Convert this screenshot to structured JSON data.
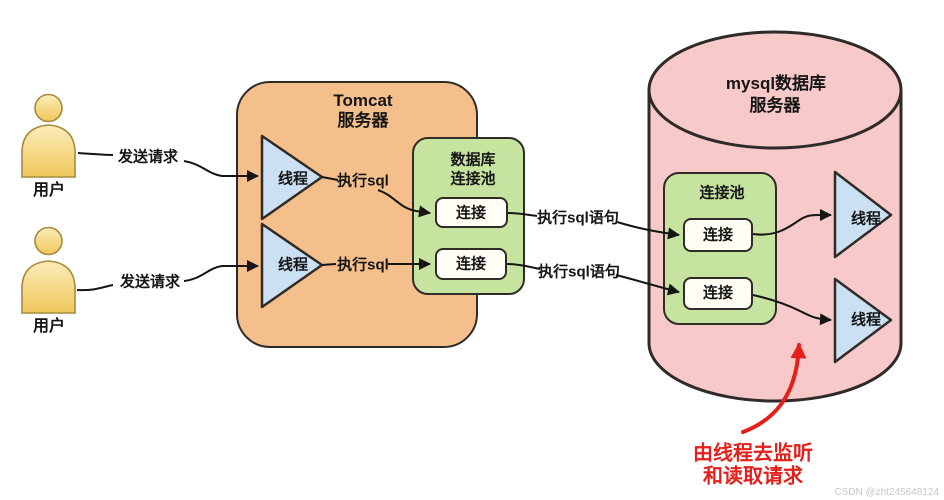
{
  "colors": {
    "tomcat_box": "#F4BF8B",
    "pool_green": "#C7E3A0",
    "mysql_pink": "#F8C9C9",
    "thread_blue": "#CBE0F3",
    "user_yellow_top": "#FBEDB9",
    "user_yellow_bottom": "#F0C75C",
    "annotation_red": "#E3201B",
    "outline": "#2E2B28"
  },
  "users": [
    {
      "label": "用户",
      "request_label": "发送请求"
    },
    {
      "label": "用户",
      "request_label": "发送请求"
    }
  ],
  "tomcat": {
    "title": "Tomcat",
    "subtitle": "服务器",
    "threads": [
      {
        "label": "线程"
      },
      {
        "label": "线程"
      }
    ],
    "exec_labels": [
      "执行sql",
      "执行sql"
    ],
    "pool": {
      "title_line1": "数据库",
      "title_line2": "连接池",
      "connections": [
        {
          "label": "连接"
        },
        {
          "label": "连接"
        }
      ]
    }
  },
  "sql_statement_labels": [
    "执行sql语句",
    "执行sql语句"
  ],
  "mysql": {
    "title": "mysql数据库",
    "subtitle": "服务器",
    "pool": {
      "title": "连接池",
      "connections": [
        {
          "label": "连接"
        },
        {
          "label": "连接"
        }
      ]
    },
    "threads": [
      {
        "label": "线程"
      },
      {
        "label": "线程"
      }
    ]
  },
  "annotation": {
    "line1": "由线程去监听",
    "line2": "和读取请求"
  },
  "watermark": "CSDN @zht245648124"
}
